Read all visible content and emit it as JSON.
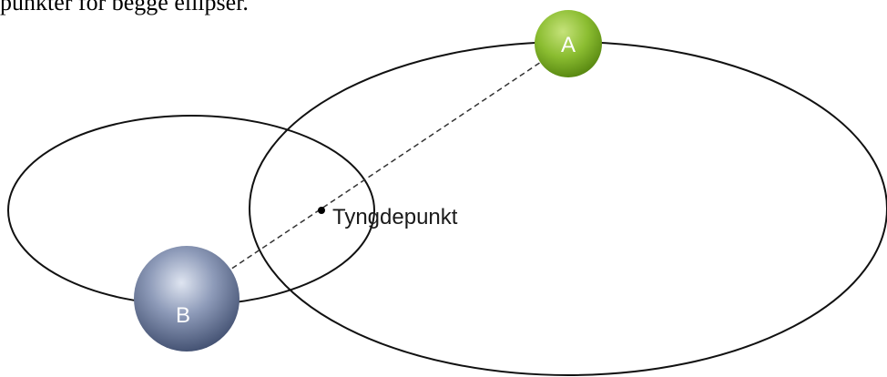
{
  "caption": "punkter for begge ellipser.",
  "center_of_mass": {
    "label": "Tyngdepunkt"
  },
  "bodies": [
    {
      "label": "A",
      "color": "#7aad26"
    },
    {
      "label": "B",
      "color": "#5b6d92"
    }
  ],
  "colors": {
    "orbit_stroke": "#111111",
    "line_stroke": "#333333"
  }
}
